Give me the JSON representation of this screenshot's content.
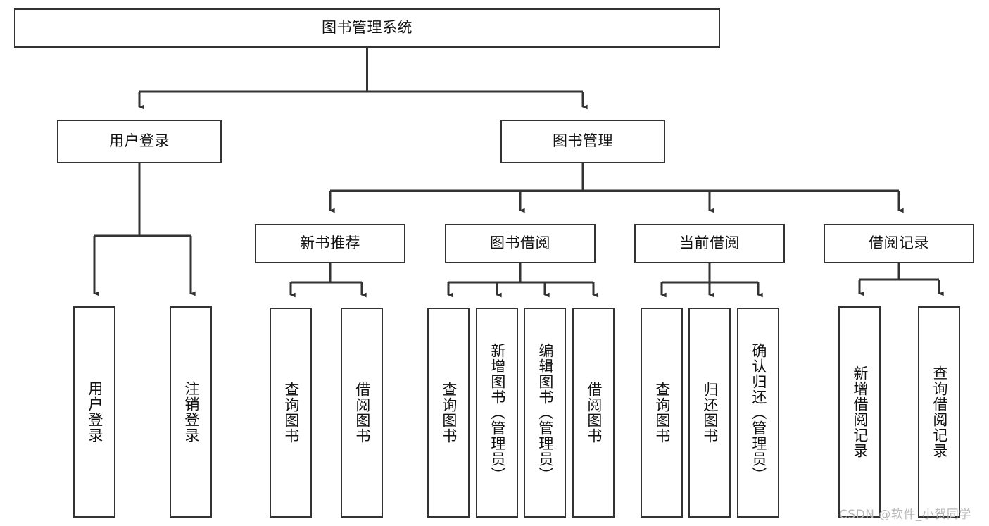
{
  "diagram": {
    "type": "tree",
    "title": "图书管理系统",
    "orientation": "top-down",
    "colors": {
      "stroke": "#333333",
      "fill": "#ffffff",
      "text": "#111111",
      "watermark": "#b9b9b9"
    },
    "nodes": {
      "root": {
        "label": "图书管理系统",
        "level": 0,
        "orientation": "horizontal"
      },
      "user_login": {
        "label": "用户登录",
        "level": 1,
        "orientation": "horizontal"
      },
      "book_manage": {
        "label": "图书管理",
        "level": 1,
        "orientation": "horizontal"
      },
      "new_book_rec": {
        "label": "新书推荐",
        "level": 2,
        "orientation": "horizontal"
      },
      "book_borrow": {
        "label": "图书借阅",
        "level": 2,
        "orientation": "horizontal"
      },
      "current_borrow": {
        "label": "当前借阅",
        "level": 2,
        "orientation": "horizontal"
      },
      "borrow_record": {
        "label": "借阅记录",
        "level": 2,
        "orientation": "horizontal"
      },
      "leaf_user_login": {
        "label": "用户登录",
        "level": 3,
        "orientation": "vertical"
      },
      "leaf_user_logout": {
        "label": "注销登录",
        "level": 3,
        "orientation": "vertical"
      },
      "leaf_query_book_1": {
        "label": "查询图书",
        "level": 3,
        "orientation": "vertical"
      },
      "leaf_borrow_book_1": {
        "label": "借阅图书",
        "level": 3,
        "orientation": "vertical"
      },
      "leaf_query_book_2": {
        "label": "查询图书",
        "level": 3,
        "orientation": "vertical"
      },
      "leaf_add_book": {
        "label": "新增图书（管理员）",
        "level": 3,
        "orientation": "vertical"
      },
      "leaf_edit_book": {
        "label": "编辑图书（管理员）",
        "level": 3,
        "orientation": "vertical"
      },
      "leaf_borrow_book_2": {
        "label": "借阅图书",
        "level": 3,
        "orientation": "vertical"
      },
      "leaf_query_book_3": {
        "label": "查询图书",
        "level": 3,
        "orientation": "vertical"
      },
      "leaf_return_book": {
        "label": "归还图书",
        "level": 3,
        "orientation": "vertical"
      },
      "leaf_confirm_return": {
        "label": "确认归还（管理员）",
        "level": 3,
        "orientation": "vertical"
      },
      "leaf_add_record": {
        "label": "新增借阅记录",
        "level": 3,
        "orientation": "vertical"
      },
      "leaf_query_record": {
        "label": "查询借阅记录",
        "level": 3,
        "orientation": "vertical"
      }
    },
    "edges": [
      {
        "from": "root",
        "to": "user_login"
      },
      {
        "from": "root",
        "to": "book_manage"
      },
      {
        "from": "user_login",
        "to": "leaf_user_login"
      },
      {
        "from": "user_login",
        "to": "leaf_user_logout"
      },
      {
        "from": "book_manage",
        "to": "new_book_rec"
      },
      {
        "from": "book_manage",
        "to": "book_borrow"
      },
      {
        "from": "book_manage",
        "to": "current_borrow"
      },
      {
        "from": "book_manage",
        "to": "borrow_record"
      },
      {
        "from": "new_book_rec",
        "to": "leaf_query_book_1"
      },
      {
        "from": "new_book_rec",
        "to": "leaf_borrow_book_1"
      },
      {
        "from": "book_borrow",
        "to": "leaf_query_book_2"
      },
      {
        "from": "book_borrow",
        "to": "leaf_add_book"
      },
      {
        "from": "book_borrow",
        "to": "leaf_edit_book"
      },
      {
        "from": "book_borrow",
        "to": "leaf_borrow_book_2"
      },
      {
        "from": "current_borrow",
        "to": "leaf_query_book_3"
      },
      {
        "from": "current_borrow",
        "to": "leaf_return_book"
      },
      {
        "from": "current_borrow",
        "to": "leaf_confirm_return"
      },
      {
        "from": "borrow_record",
        "to": "leaf_add_record"
      },
      {
        "from": "borrow_record",
        "to": "leaf_query_record"
      }
    ]
  },
  "watermark": {
    "text": "CSDN @软件_小贺同学"
  }
}
